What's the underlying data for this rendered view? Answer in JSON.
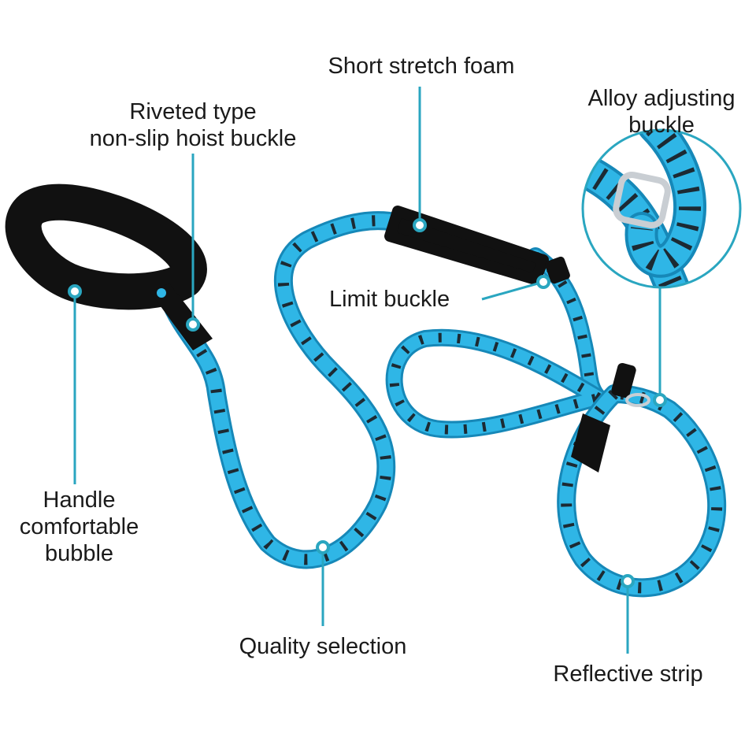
{
  "colors": {
    "rope": "#2fb6e6",
    "rope_dark": "#1688b8",
    "reflective": "#1c2a33",
    "foam": "#111111",
    "callout": "#2aa6c0",
    "metal": "#c9ced3"
  },
  "callouts": {
    "riveted_buckle": {
      "line1": "Riveted type",
      "line2": "non-slip hoist buckle"
    },
    "short_foam": {
      "line1": "Short stretch foam"
    },
    "alloy_buckle": {
      "line1": "Alloy adjusting",
      "line2": "buckle"
    },
    "limit_buckle": {
      "line1": "Limit buckle"
    },
    "handle_bubble": {
      "line1": "Handle",
      "line2": "comfortable",
      "line3": "bubble"
    },
    "quality": {
      "line1": "Quality selection"
    },
    "reflective_strip": {
      "line1": "Reflective strip"
    }
  }
}
